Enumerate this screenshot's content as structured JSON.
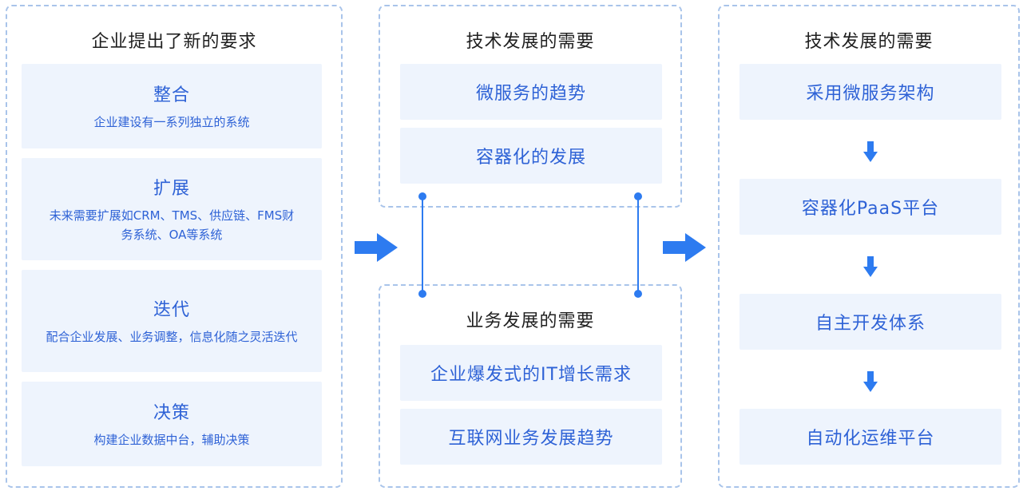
{
  "left_panel": {
    "title": "企业提出了新的要求",
    "cards": [
      {
        "title": "整合",
        "desc": "企业建设有一系列独立的系统"
      },
      {
        "title": "扩展",
        "desc": "未来需要扩展如CRM、TMS、供应链、FMS财务系统、OA等系统"
      },
      {
        "title": "迭代",
        "desc": "配合企业发展、业务调整，信息化随之灵活迭代"
      },
      {
        "title": "决策",
        "desc": "构建企业数据中台，辅助决策"
      }
    ]
  },
  "middle_top_panel": {
    "title": "技术发展的需要",
    "cards": [
      "微服务的趋势",
      "容器化的发展"
    ]
  },
  "middle_bottom_panel": {
    "title": "业务发展的需要",
    "cards": [
      "企业爆发式的IT增长需求",
      "互联网业务发展趋势"
    ]
  },
  "right_panel": {
    "title": "技术发展的需要",
    "steps": [
      "采用微服务架构",
      "容器化PaaS平台",
      "自主开发体系",
      "自动化运维平台"
    ]
  },
  "colors": {
    "accent": "#2e62d6",
    "arrow": "#2d7bf0",
    "card_bg": "#eef4fd",
    "border": "#a9c4ea"
  }
}
